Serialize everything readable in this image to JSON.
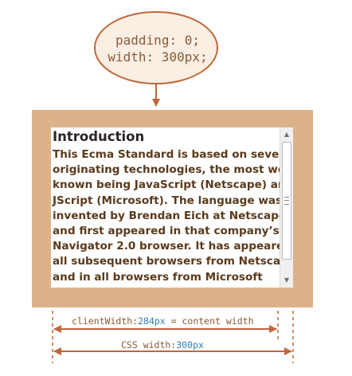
{
  "callout": {
    "lines": [
      "padding: 0;",
      "width: 300px;"
    ]
  },
  "content": {
    "title": "Introduction",
    "text": "This Ecma Standard is based on several originating technologies, the most well known being JavaScript (Netscape) and JScript (Microsoft). The language was invented by Brendan Eich at Netscape and first appeared in that company’s Navigator 2.0 browser. It has appeared in all subsequent browsers from Netscape and in all browsers from Microsoft starting with"
  },
  "scrollbar": {
    "up_icon": "▲",
    "down_icon": "▼"
  },
  "measurements": {
    "client_width": {
      "prop": "clientWidth:",
      "value": "284px",
      "suffix": " = content width"
    },
    "css_width": {
      "prop": "CSS width:",
      "value": "300px"
    }
  },
  "colors": {
    "accent": "#c0673a",
    "padding_box": "#dcb28a",
    "bubble_fill": "#fbeee3",
    "value_text": "#2f7fb0"
  }
}
